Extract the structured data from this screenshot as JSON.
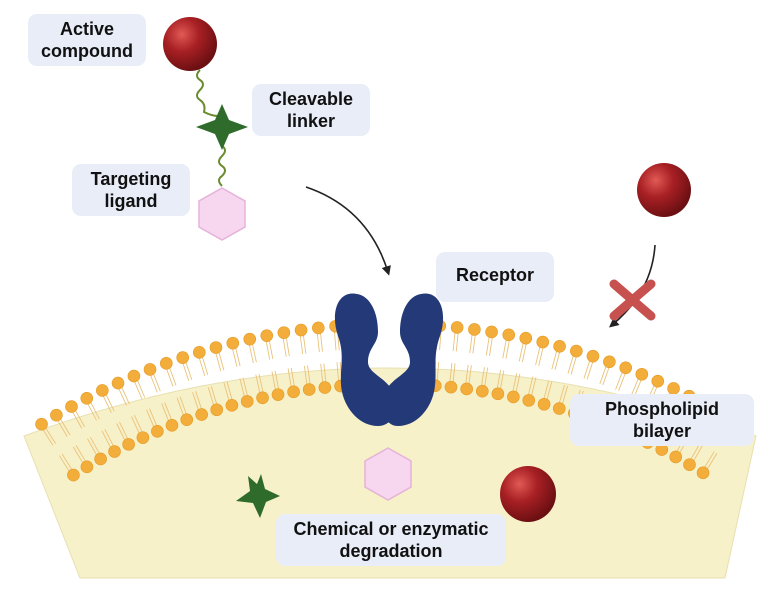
{
  "labels": {
    "active_compound": [
      "Active",
      "compound"
    ],
    "cleavable_linker": [
      "Cleavable",
      "linker"
    ],
    "targeting_ligand": [
      "Targeting",
      "ligand"
    ],
    "receptor": "Receptor",
    "phospholipid_bilayer": [
      "Phospholipid",
      "bilayer"
    ],
    "degradation": [
      "Chemical or enzymatic",
      "degradation"
    ]
  },
  "colors": {
    "label_bg": "#e9edf8",
    "drug_sphere": "#9c1c1f",
    "linker_star": "#2f6b2a",
    "ligand_hexagon": "#f6d7ef",
    "receptor": "#243a78",
    "lipid_head": "#f3ad3a",
    "cytoplasm": "#f7f1c9",
    "inhibit_cross": "#c6514f"
  }
}
